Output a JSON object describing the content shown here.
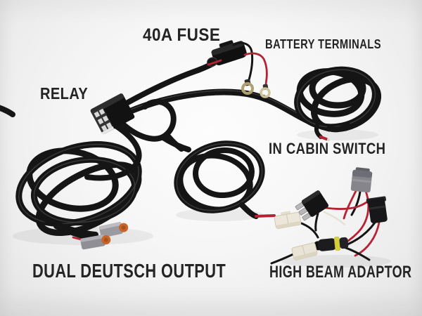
{
  "scene": {
    "description": "Product photo of an automotive wiring harness kit on a white background with six text callouts"
  },
  "labels": {
    "fuse": "40A FUSE",
    "battery_terminals": "BATTERY TERMINALS",
    "relay": "RELAY",
    "in_cabin_switch": "IN CABIN SWITCH",
    "dual_deutsch_output": "DUAL DEUTSCH OUTPUT",
    "high_beam_adaptor": "HIGH BEAM ADAPTOR"
  },
  "colors": {
    "label_text": "#242424",
    "cable_black": "#151515",
    "wire_red": "#b52233",
    "deutsch_seal_orange": "#c9642a",
    "connector_grey": "#85858b",
    "connector_white": "#ece7da",
    "ring_terminal_gold": "#b0a070",
    "hid_ring_yellow": "#d6cf3c"
  }
}
